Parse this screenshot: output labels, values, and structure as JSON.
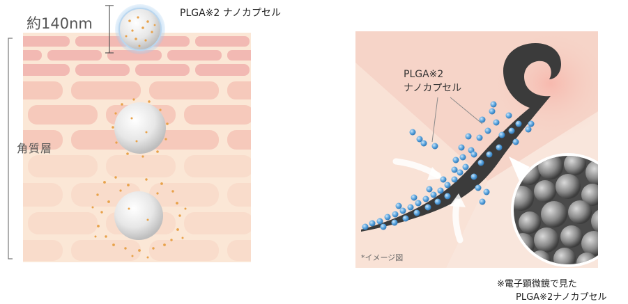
{
  "left_panel": {
    "size_label": "約140nm",
    "capsule_label": "PLGA※2 ナノカプセル",
    "stratum_label": "角質層"
  },
  "right_panel": {
    "capsule_label_line1": "PLGA※2",
    "capsule_label_line2": "ナノカプセル",
    "image_note": "*イメージ図",
    "caption_line1": "※電子顕微鏡で見た",
    "caption_line2": "PLGA※2ナノカプセル"
  },
  "colors": {
    "skin_light": "#fbe7d6",
    "skin_cell": "#f7cfb8",
    "skin_cell_top": "#f0b4ae",
    "particle": "#e8a24a",
    "nanocapsule_blue": "#5fa8e0",
    "hair": "#3b3b3b",
    "background_pink": "#f6d4c8"
  }
}
